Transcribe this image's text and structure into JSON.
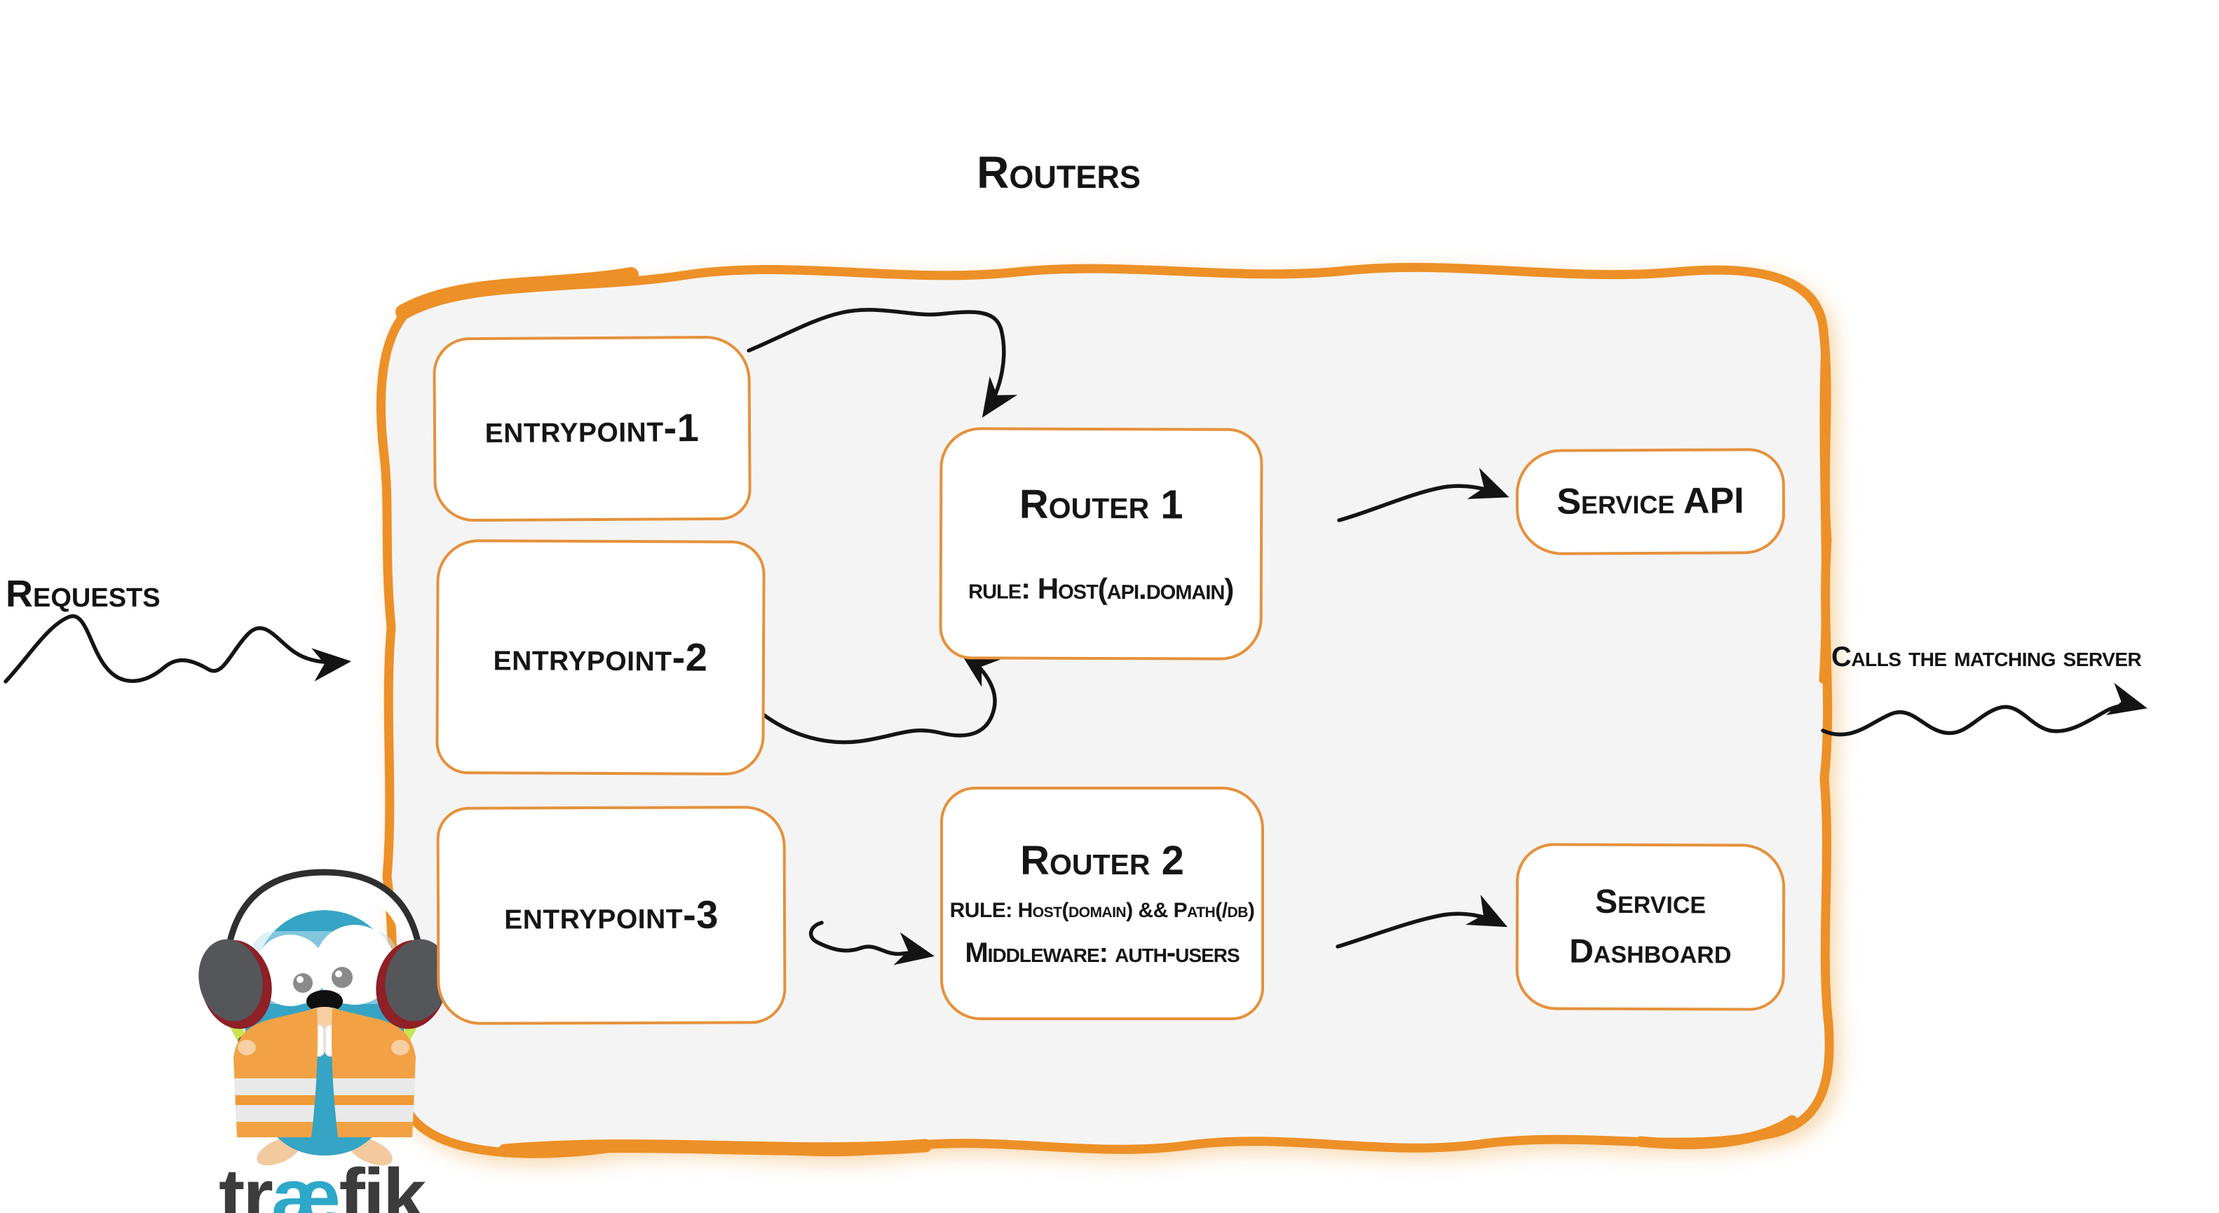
{
  "title": "Routers",
  "labels": {
    "requests": "Requests",
    "calls": "Calls the matching server"
  },
  "entrypoints": [
    "entrypoint-1",
    "entrypoint-2",
    "entrypoint-3"
  ],
  "routers": [
    {
      "name": "Router 1",
      "rule": "rule: Host(api.domain)"
    },
    {
      "name": "Router 2",
      "rule": "RULE: Host(domain) && Path(/db)",
      "middleware": "Middleware: auth-users"
    }
  ],
  "services": [
    {
      "name": "Service API"
    },
    {
      "line1": "Service",
      "line2": "Dashboard"
    }
  ],
  "logo": {
    "prefix": "tr",
    "ligature": "æ",
    "suffix": "fik"
  },
  "colors": {
    "container_border": "#ED9027",
    "box_border": "#E5913C",
    "container_fill": "#F4F4F4",
    "ink": "#141414",
    "gopher_teal": "#36A4C4",
    "vest_orange": "#F2A244",
    "stick_green": "#C9E455"
  }
}
